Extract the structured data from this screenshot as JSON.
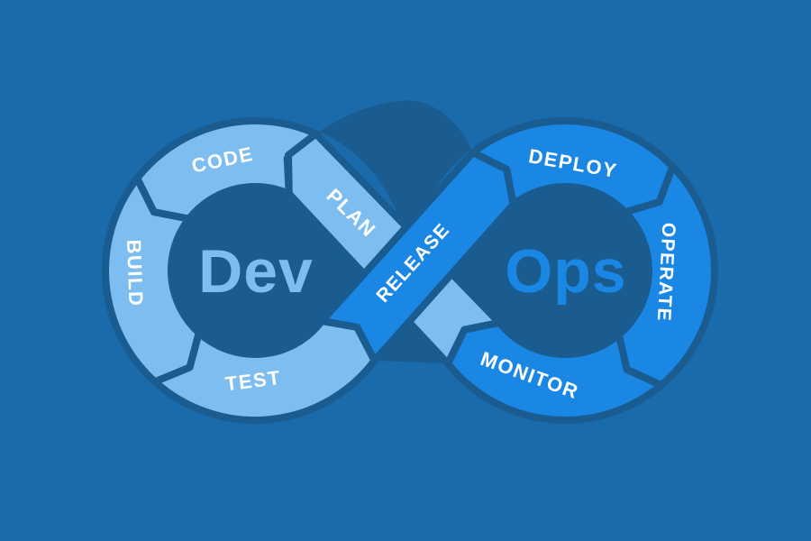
{
  "diagram": {
    "type": "devops-infinity-loop",
    "dev_loop": {
      "center_label": "Dev",
      "stages": {
        "plan": "PLAN",
        "code": "CODE",
        "build": "BUILD",
        "test": "TEST"
      }
    },
    "ops_loop": {
      "center_label": "Ops",
      "stages": {
        "deploy": "DEPLOY",
        "operate": "OPERATE",
        "monitor": "MONITOR"
      }
    },
    "crossover": {
      "label": "RELEASE"
    },
    "flow_order": [
      "PLAN",
      "CODE",
      "BUILD",
      "TEST",
      "RELEASE",
      "DEPLOY",
      "OPERATE",
      "MONITOR"
    ]
  },
  "colors": {
    "background": "#1a6bac",
    "shadow": "#1a5c90",
    "dev_loop": "#7ebdf0",
    "ops_loop": "#1b87e4",
    "label_text": "#ffffff"
  }
}
